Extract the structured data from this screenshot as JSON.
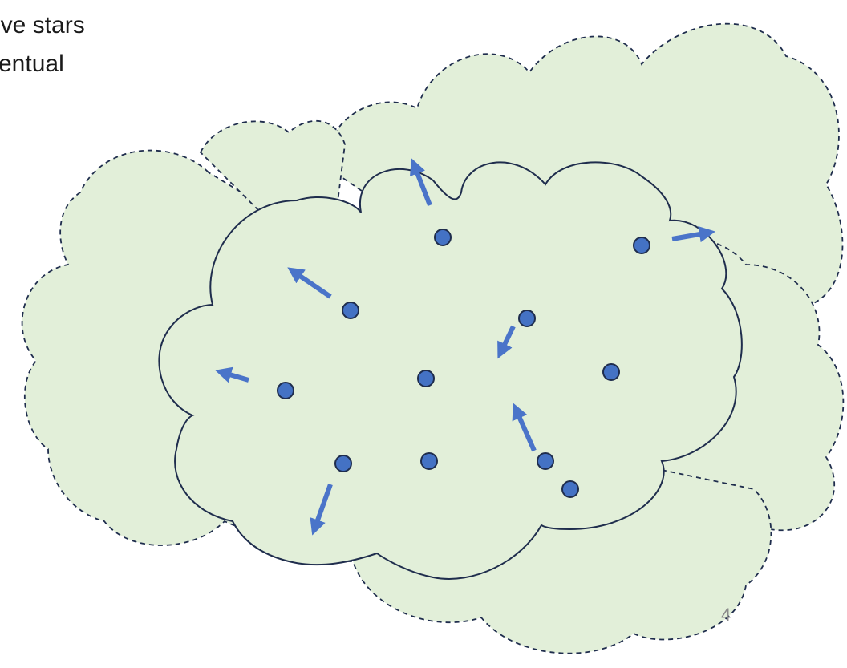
{
  "slide": {
    "text_lines": [
      "ive stars",
      "entual"
    ],
    "page_number": "4"
  },
  "colors": {
    "cloud_fill": "#e2efd9",
    "cloud_outline": "#1f2d4d",
    "star_fill": "#4472c4",
    "arrow": "#4a74c9"
  }
}
